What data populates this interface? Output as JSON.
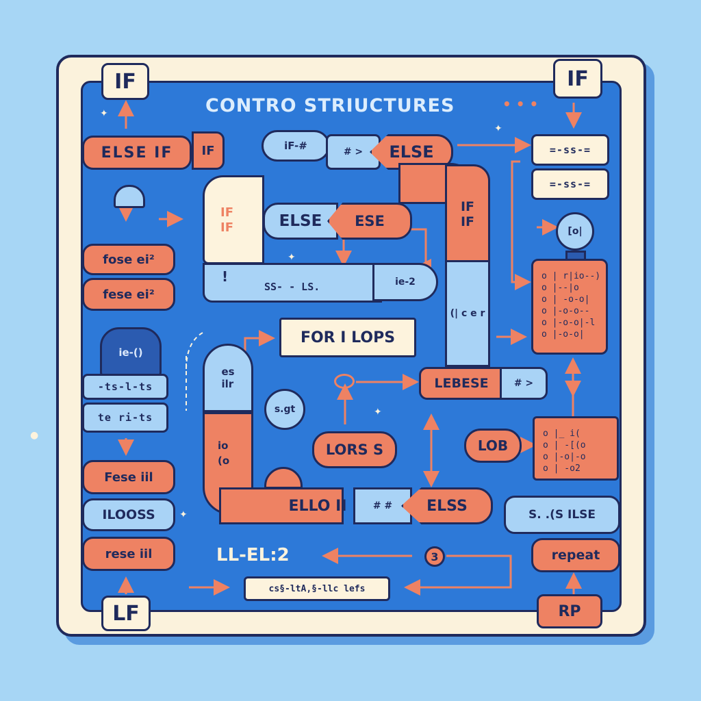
{
  "title": "CONTRO STRIUCTURES",
  "corner_tabs": {
    "top_left": "IF",
    "top_right": "IF",
    "bottom_left": "LF",
    "bottom_right": "RP"
  },
  "left_column": {
    "else_if": "ELSE  IF",
    "if_stub": "IF",
    "item_1": "fose ei²",
    "item_2": "fese ei²",
    "navy_box": "ie-()",
    "mini_1": "-ts-l-ts",
    "mini_2": "te ri-ts",
    "item_3": "Fese iil",
    "item_4": "ILOOSS",
    "item_5": "rese iil"
  },
  "top_chain": {
    "if_arrow": "iF-#",
    "arrow_gt": "# >",
    "else": "ELSE"
  },
  "loop_block": {
    "if_label_1": "IF",
    "if_label_2": "IF",
    "else_tag": "ELSE",
    "ese_tag": "ESE",
    "ss_ls": "SS- - LS.",
    "io_tag": "ie-2",
    "bar_mark": "!"
  },
  "right_pipe": {
    "if_1": "IF",
    "if_2": "IF",
    "vertical_text": "(| c e r"
  },
  "right_panel": {
    "mini_1": "=-ss-=",
    "mini_2": "=-ss-=",
    "bulb": "[o|",
    "code_1": "o | r|io--)\no |--|o\no | -o-o|\no |-o-o--\no |-o-o|-l\no |-o-o|",
    "code_2": "o |_ i(\no | -[(o\no |-o|-o\no | -o2"
  },
  "center": {
    "for_loops": "FOR I LOPS",
    "lebese": "LEBESE",
    "arrow_tail": "# >",
    "es_label": "es\nilr",
    "io_label": "io\n(o",
    "sgt": "s.gt",
    "lors": "LORS S",
    "ello": "ELLO  II",
    "elss": "ELSS",
    "mid_arrow": "# #"
  },
  "right_lower": {
    "lob": "LOB",
    "ilse": "S. .(S ILSE",
    "repeat": "repeat"
  },
  "bottom": {
    "level": "LL-EL:2",
    "formula": "cs§-ltA,§-llc lefs",
    "num": "3"
  },
  "colors": {
    "background": "#a7d6f5",
    "board": "#2d79d8",
    "orange": "#ee8263",
    "light_blue": "#a9d3f6",
    "cream": "#fdf3dd",
    "navy": "#1f2a5c"
  }
}
